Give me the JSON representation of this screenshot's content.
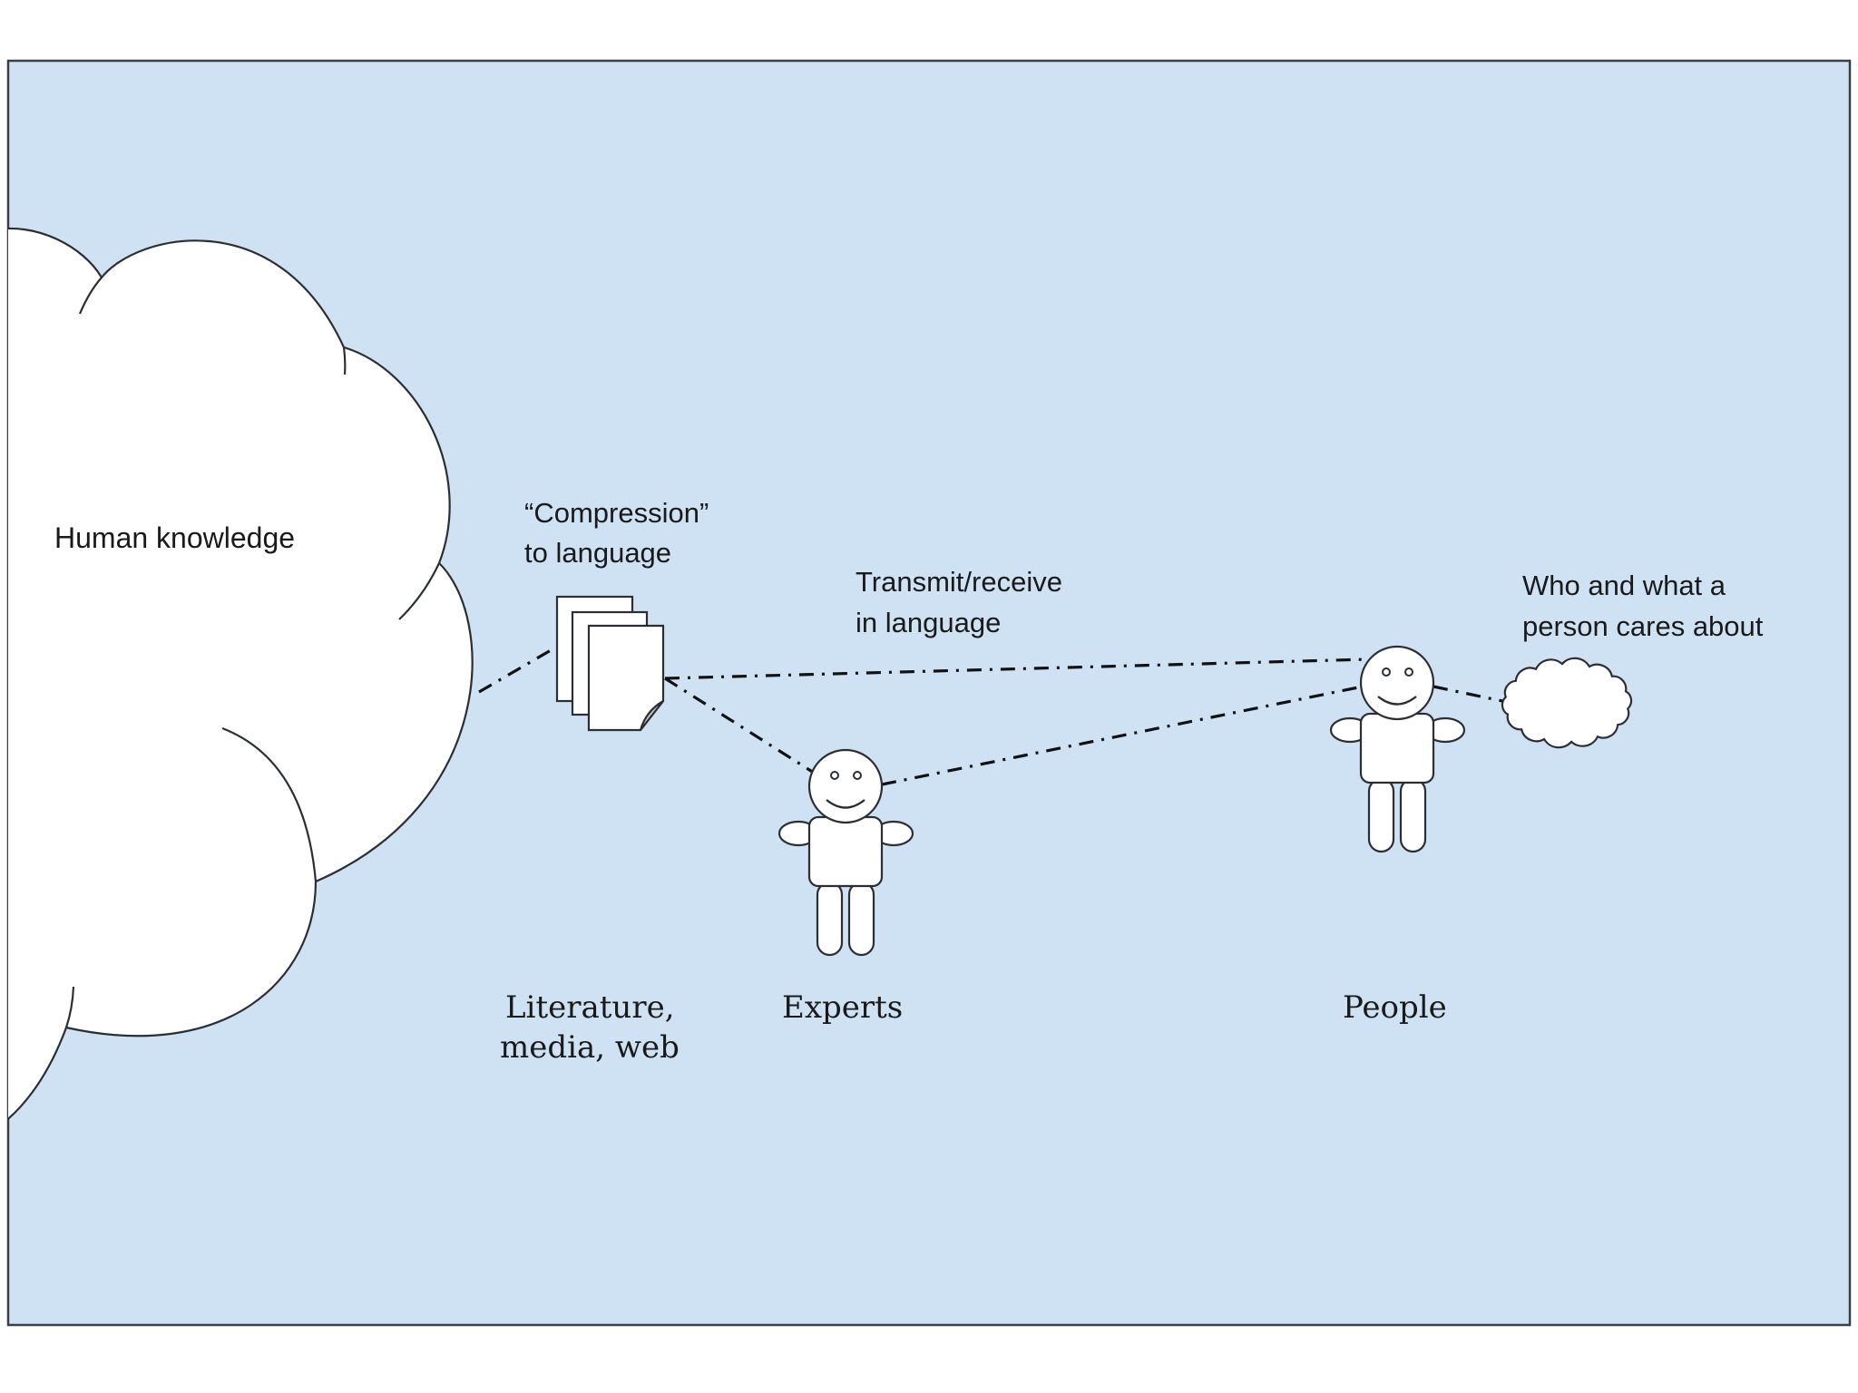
{
  "colors": {
    "background": "#cfe2f3",
    "shape_fill": "#ffffff",
    "outline": "#2b2f33",
    "fold": "#c8c8c8"
  },
  "diagram": {
    "knowledge_cloud": {
      "label": "Human knowledge",
      "icon": "cloud-icon"
    },
    "documents": {
      "caption_line1": "“Compression”",
      "caption_line2": "to language",
      "label_line1": "Literature,",
      "label_line2": "media, web",
      "icon": "document-stack-icon"
    },
    "transmit": {
      "line1": "Transmit/receive",
      "line2": "in language"
    },
    "experts": {
      "label": "Experts",
      "icon": "person-icon"
    },
    "people": {
      "label": "People",
      "icon": "person-icon"
    },
    "cares": {
      "line1": "Who and what a",
      "line2": "person cares about",
      "icon": "thought-cloud-icon"
    },
    "connectors": [
      {
        "from": "Human knowledge",
        "to": "Literature, media, web",
        "style": "dash-dot"
      },
      {
        "from": "Literature, media, web",
        "to": "People",
        "style": "dash-dot"
      },
      {
        "from": "Literature, media, web",
        "to": "Experts",
        "style": "dash-dot"
      },
      {
        "from": "Experts",
        "to": "People",
        "style": "dash-dot"
      },
      {
        "from": "People",
        "to": "Who and what a person cares about",
        "style": "dash-dot"
      }
    ]
  }
}
